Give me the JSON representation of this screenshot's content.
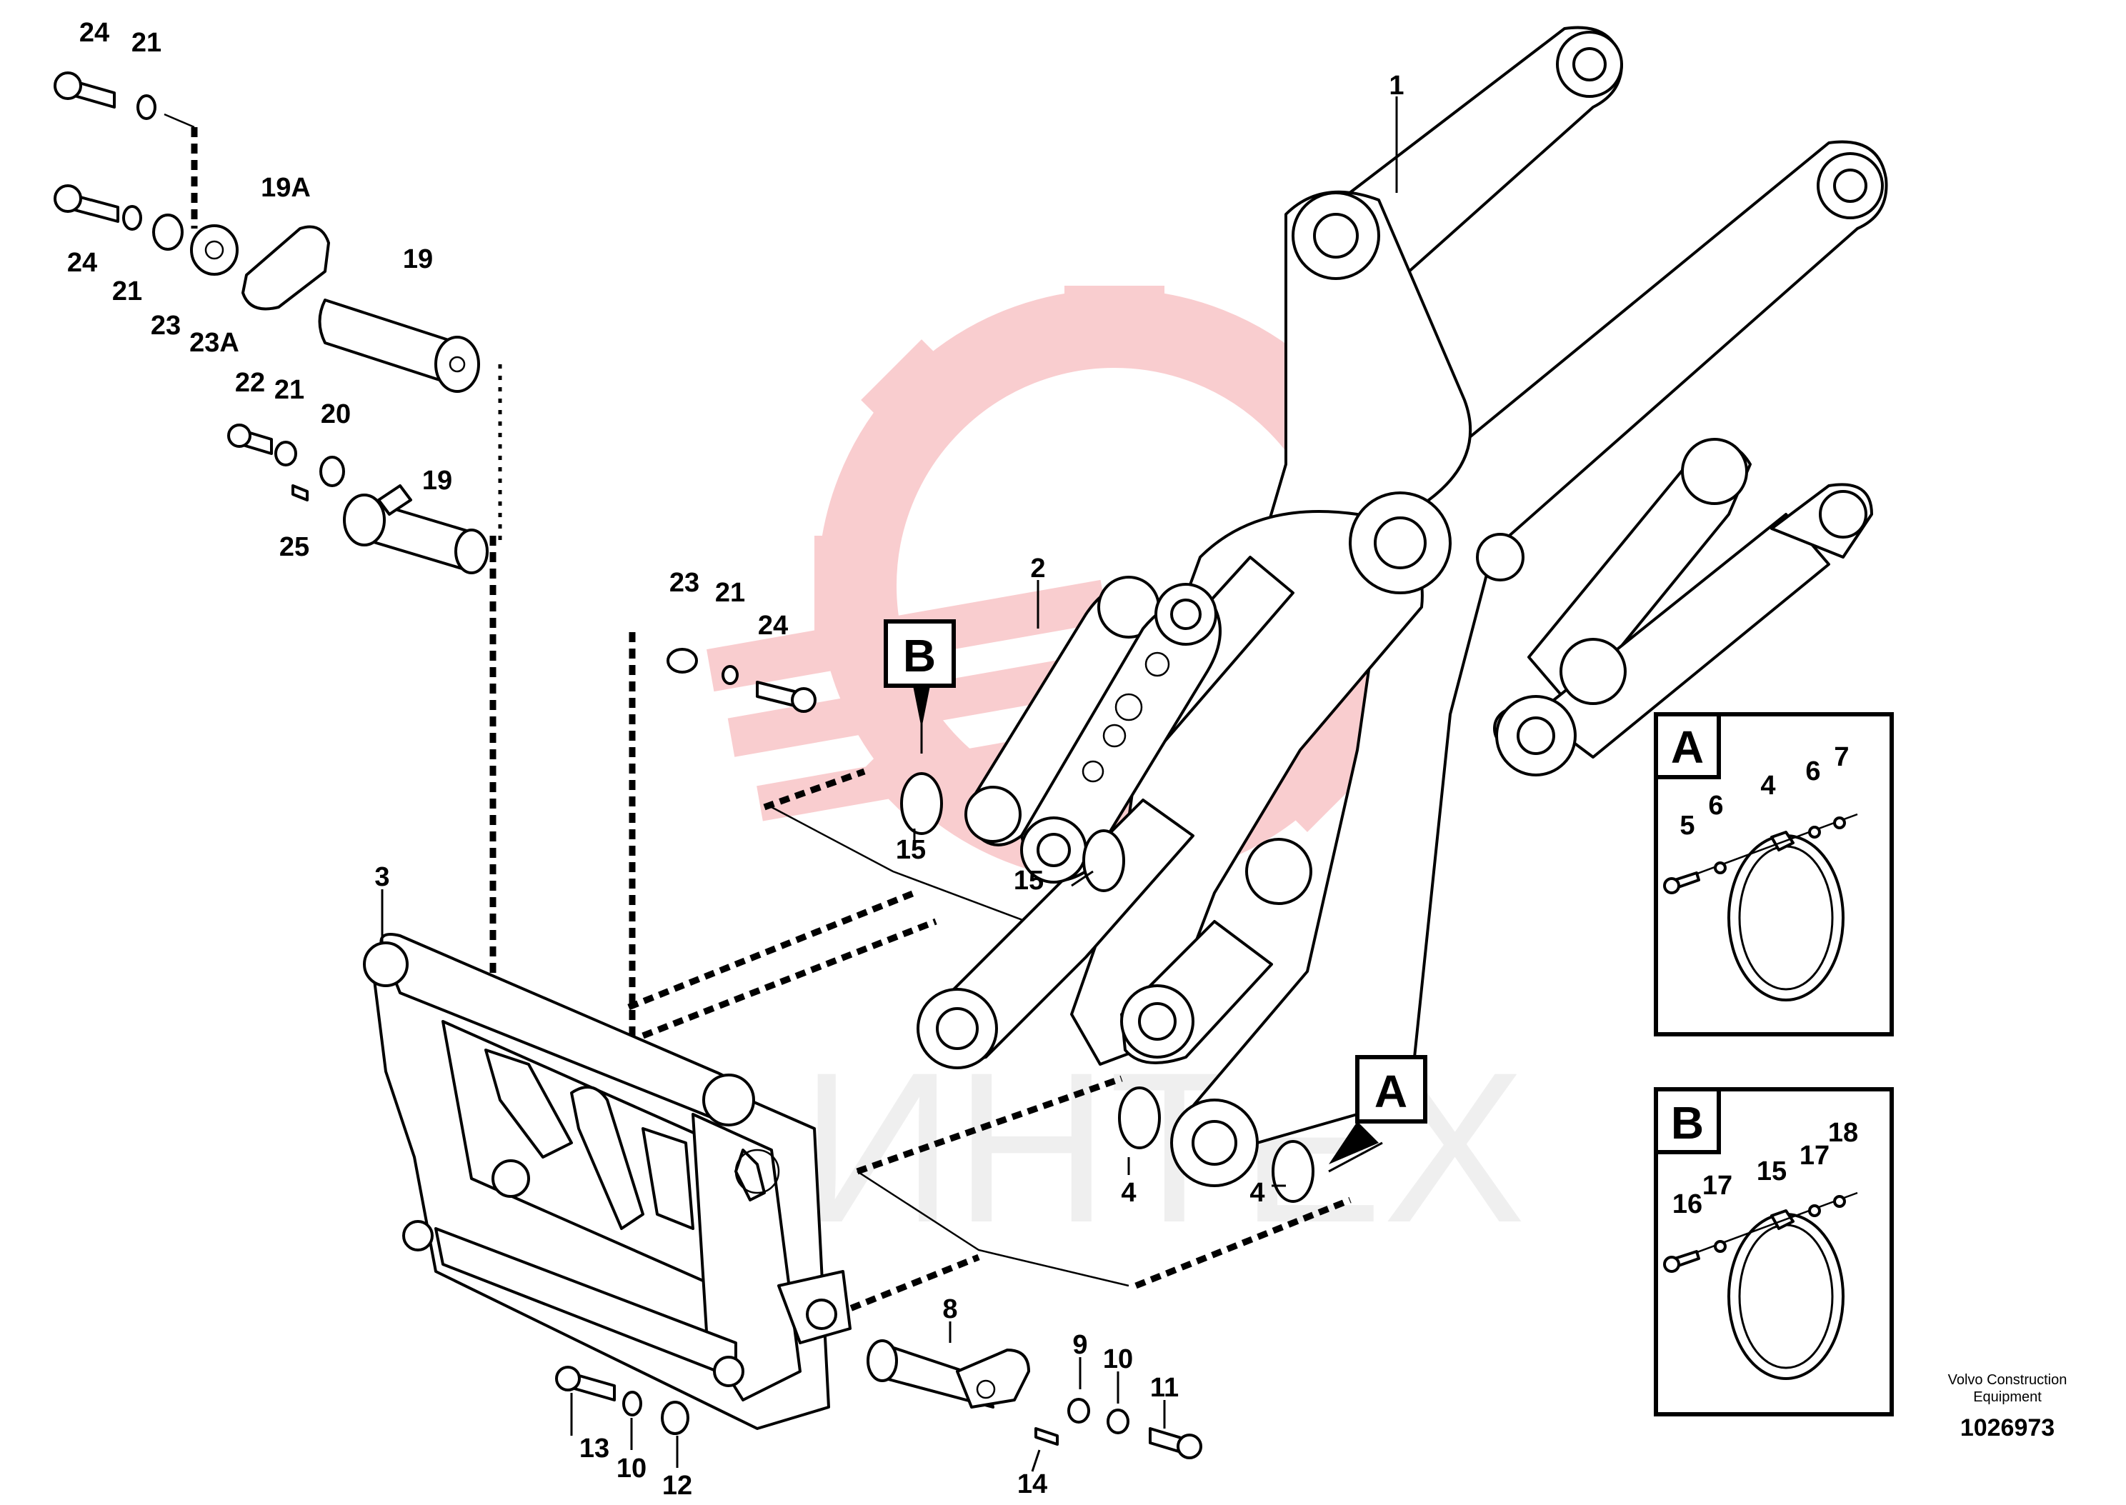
{
  "diagram": {
    "watermark_text": "ИНТЕХ",
    "callouts": [
      {
        "id": "c24a",
        "text": "24"
      },
      {
        "id": "c21a",
        "text": "21"
      },
      {
        "id": "c24b",
        "text": "24"
      },
      {
        "id": "c21b",
        "text": "21"
      },
      {
        "id": "c23a",
        "text": "23"
      },
      {
        "id": "c23A",
        "text": "23A"
      },
      {
        "id": "c19A",
        "text": "19A"
      },
      {
        "id": "c19a",
        "text": "19"
      },
      {
        "id": "c22",
        "text": "22"
      },
      {
        "id": "c21c",
        "text": "21"
      },
      {
        "id": "c20",
        "text": "20"
      },
      {
        "id": "c25",
        "text": "25"
      },
      {
        "id": "c19b",
        "text": "19"
      },
      {
        "id": "c1",
        "text": "1"
      },
      {
        "id": "c2",
        "text": "2"
      },
      {
        "id": "c3",
        "text": "3"
      },
      {
        "id": "c23b",
        "text": "23"
      },
      {
        "id": "c21d",
        "text": "21"
      },
      {
        "id": "c24c",
        "text": "24"
      },
      {
        "id": "c15a",
        "text": "15"
      },
      {
        "id": "c15b",
        "text": "15"
      },
      {
        "id": "c4a",
        "text": "4"
      },
      {
        "id": "c4b",
        "text": "4"
      },
      {
        "id": "c8",
        "text": "8"
      },
      {
        "id": "c9",
        "text": "9"
      },
      {
        "id": "c10a",
        "text": "10"
      },
      {
        "id": "c11",
        "text": "11"
      },
      {
        "id": "c13",
        "text": "13"
      },
      {
        "id": "c10b",
        "text": "10"
      },
      {
        "id": "c12",
        "text": "12"
      },
      {
        "id": "c14",
        "text": "14"
      }
    ],
    "ref_markers": {
      "a": "A",
      "b": "B"
    },
    "detail_a": {
      "title": "A",
      "labels": {
        "l5": "5",
        "l6a": "6",
        "l4": "4",
        "l6b": "6",
        "l7": "7"
      }
    },
    "detail_b": {
      "title": "B",
      "labels": {
        "l16": "16",
        "l17a": "17",
        "l15": "15",
        "l17b": "17",
        "l18": "18"
      }
    },
    "credit_line1": "Volvo Construction",
    "credit_line2": "Equipment",
    "doc_number": "1026973"
  }
}
